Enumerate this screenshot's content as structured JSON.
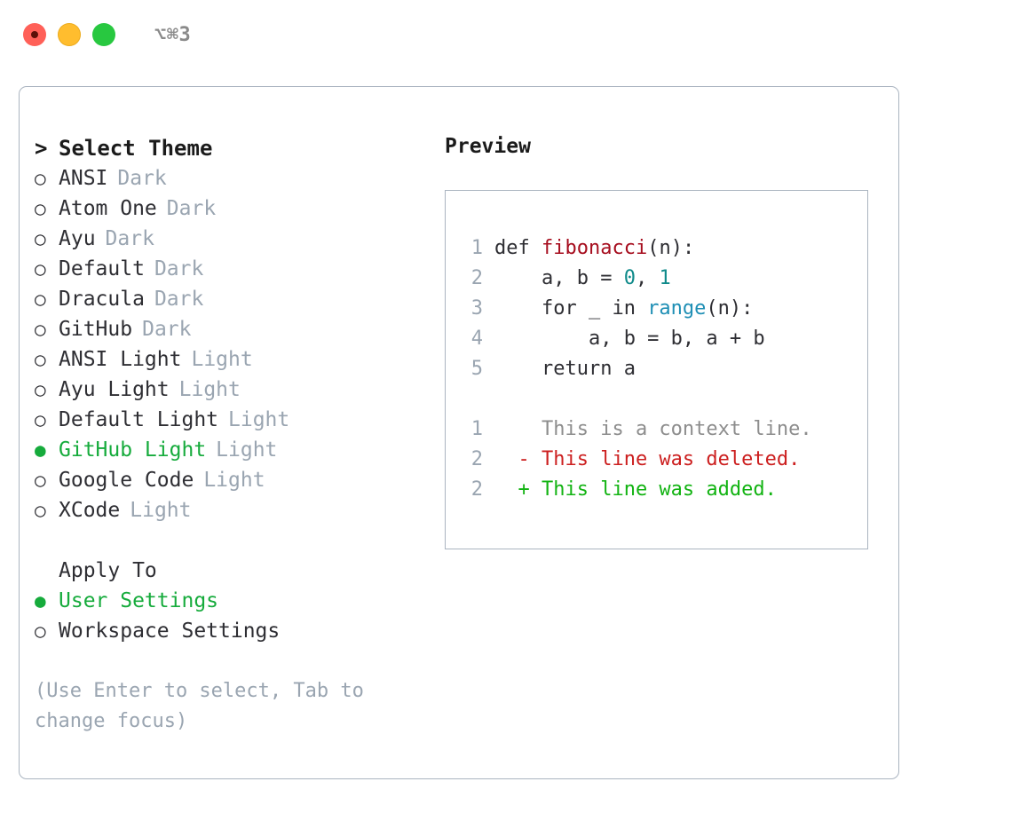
{
  "titlebar": {
    "shortcut": "⌥⌘3",
    "lights": [
      {
        "name": "close",
        "color": "#ff6058"
      },
      {
        "name": "minimize",
        "color": "#ffbd2e"
      },
      {
        "name": "maximize",
        "color": "#28c840"
      }
    ]
  },
  "theme_list": {
    "marker": ">",
    "heading": "Select Theme",
    "bullet_unselected": "○",
    "bullet_selected": "●",
    "items": [
      {
        "label": "ANSI",
        "variant": "Dark",
        "selected": false
      },
      {
        "label": "Atom One",
        "variant": "Dark",
        "selected": false
      },
      {
        "label": "Ayu",
        "variant": "Dark",
        "selected": false
      },
      {
        "label": "Default",
        "variant": "Dark",
        "selected": false
      },
      {
        "label": "Dracula",
        "variant": "Dark",
        "selected": false
      },
      {
        "label": "GitHub",
        "variant": "Dark",
        "selected": false
      },
      {
        "label": "ANSI Light",
        "variant": "Light",
        "selected": false
      },
      {
        "label": "Ayu Light",
        "variant": "Light",
        "selected": false
      },
      {
        "label": "Default Light",
        "variant": "Light",
        "selected": false
      },
      {
        "label": "GitHub Light",
        "variant": "Light",
        "selected": true
      },
      {
        "label": "Google Code",
        "variant": "Light",
        "selected": false
      },
      {
        "label": "XCode",
        "variant": "Light",
        "selected": false
      }
    ]
  },
  "apply_to": {
    "heading": "Apply To",
    "items": [
      {
        "label": "User Settings",
        "selected": true
      },
      {
        "label": "Workspace Settings",
        "selected": false
      }
    ]
  },
  "hint": "(Use Enter to select, Tab to change focus)",
  "preview": {
    "title": "Preview",
    "code_lines": [
      {
        "num": "1",
        "tokens": [
          {
            "text": "def ",
            "type": "kw"
          },
          {
            "text": "fibonacci",
            "type": "fn"
          },
          {
            "text": "(n):",
            "type": "plain"
          }
        ]
      },
      {
        "num": "2",
        "tokens": [
          {
            "text": "    a, b = ",
            "type": "plain"
          },
          {
            "text": "0",
            "type": "num"
          },
          {
            "text": ", ",
            "type": "plain"
          },
          {
            "text": "1",
            "type": "num"
          }
        ]
      },
      {
        "num": "3",
        "tokens": [
          {
            "text": "    for _ in ",
            "type": "plain"
          },
          {
            "text": "range",
            "type": "call"
          },
          {
            "text": "(n):",
            "type": "plain"
          }
        ]
      },
      {
        "num": "4",
        "tokens": [
          {
            "text": "        a, b = b, a + b",
            "type": "plain"
          }
        ]
      },
      {
        "num": "5",
        "tokens": [
          {
            "text": "    return a",
            "type": "plain"
          }
        ]
      }
    ],
    "diff_lines": [
      {
        "num": "1",
        "sign": " ",
        "text": "This is a context line.",
        "kind": "context"
      },
      {
        "num": "2",
        "sign": "-",
        "text": "This line was deleted.",
        "kind": "deleted"
      },
      {
        "num": "2",
        "sign": "+",
        "text": "This line was added.",
        "kind": "added"
      }
    ]
  },
  "colors": {
    "accent_green": "#16ab3c",
    "muted_gray": "#9aa5b1",
    "border": "#aab4c0",
    "diff_add": "#12b312",
    "diff_del": "#cc1f1f",
    "syntax_fn": "#a60d1e",
    "syntax_num": "#0f8a8a",
    "syntax_call": "#1f8fb5"
  }
}
